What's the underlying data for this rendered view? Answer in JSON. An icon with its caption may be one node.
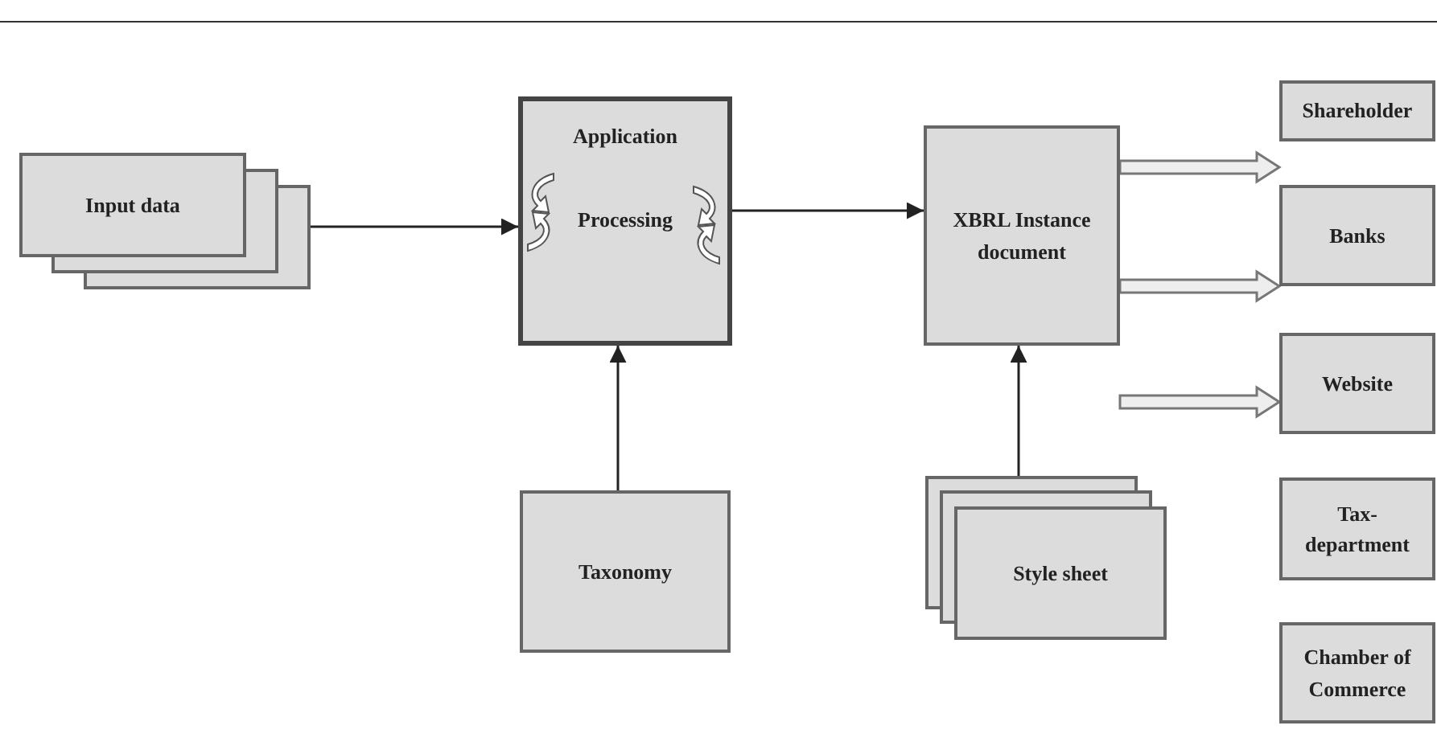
{
  "diagram": {
    "nodes": [
      {
        "text": [
          "Input data"
        ]
      },
      {
        "text": [
          "Application",
          "Processing"
        ]
      },
      {
        "text": [
          "XBRL Instance document"
        ]
      },
      {
        "text": [
          "Taxonomy"
        ]
      },
      {
        "text": [
          "Style sheet"
        ]
      },
      {
        "text": [
          "Shareholder"
        ]
      },
      {
        "text": [
          "Banks"
        ]
      },
      {
        "text": [
          "Website"
        ]
      },
      {
        "text": [
          "Tax-department"
        ]
      },
      {
        "text": [
          "Chamber of Commerce"
        ]
      }
    ],
    "edges": [
      {
        "from": 0,
        "to": 1,
        "arrow": "to"
      },
      {
        "from": 1,
        "to": 2,
        "arrow": "to"
      },
      {
        "from": 3,
        "to": 1,
        "arrow": "to"
      },
      {
        "from": 4,
        "to": 2,
        "arrow": "to"
      },
      {
        "from": 2,
        "to": 5,
        "arrow": "to",
        "style": "thick"
      },
      {
        "from": 2,
        "to": 6,
        "arrow": "to",
        "style": "thick"
      },
      {
        "from": 2,
        "to": 7,
        "arrow": "to",
        "style": "thick"
      }
    ]
  }
}
